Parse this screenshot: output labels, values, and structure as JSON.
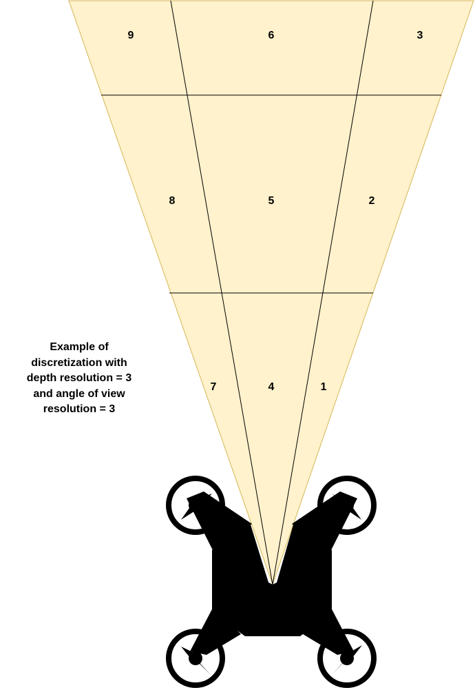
{
  "caption": {
    "lines": [
      "Example of",
      "discretization with",
      "depth resolution = 3",
      "and angle of view",
      "resolution = 3"
    ]
  },
  "cells": {
    "near_right": "1",
    "mid_right": "2",
    "far_right": "3",
    "near_center": "4",
    "mid_center": "5",
    "far_center": "6",
    "near_left": "7",
    "mid_left": "8",
    "far_left": "9"
  },
  "colors": {
    "fov_fill": "#fff2cc",
    "fov_stroke": "#d6b656",
    "drone": "#000000"
  }
}
